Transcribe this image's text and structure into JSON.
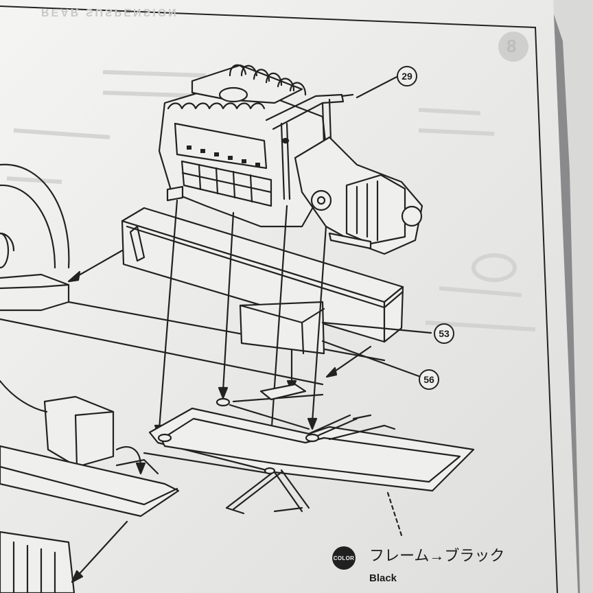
{
  "callouts": {
    "part_29": "29",
    "part_53": "53",
    "part_56": "56"
  },
  "color_note": {
    "badge": "COLOR",
    "japanese": "フレーム→ブラック",
    "english": "Black"
  },
  "bleed_through": {
    "heading": "REAR SUSPENSION",
    "step_number": "8"
  },
  "colors": {
    "paper": "#efefed",
    "ink": "#222222",
    "shadow": "#8d8d8f"
  }
}
